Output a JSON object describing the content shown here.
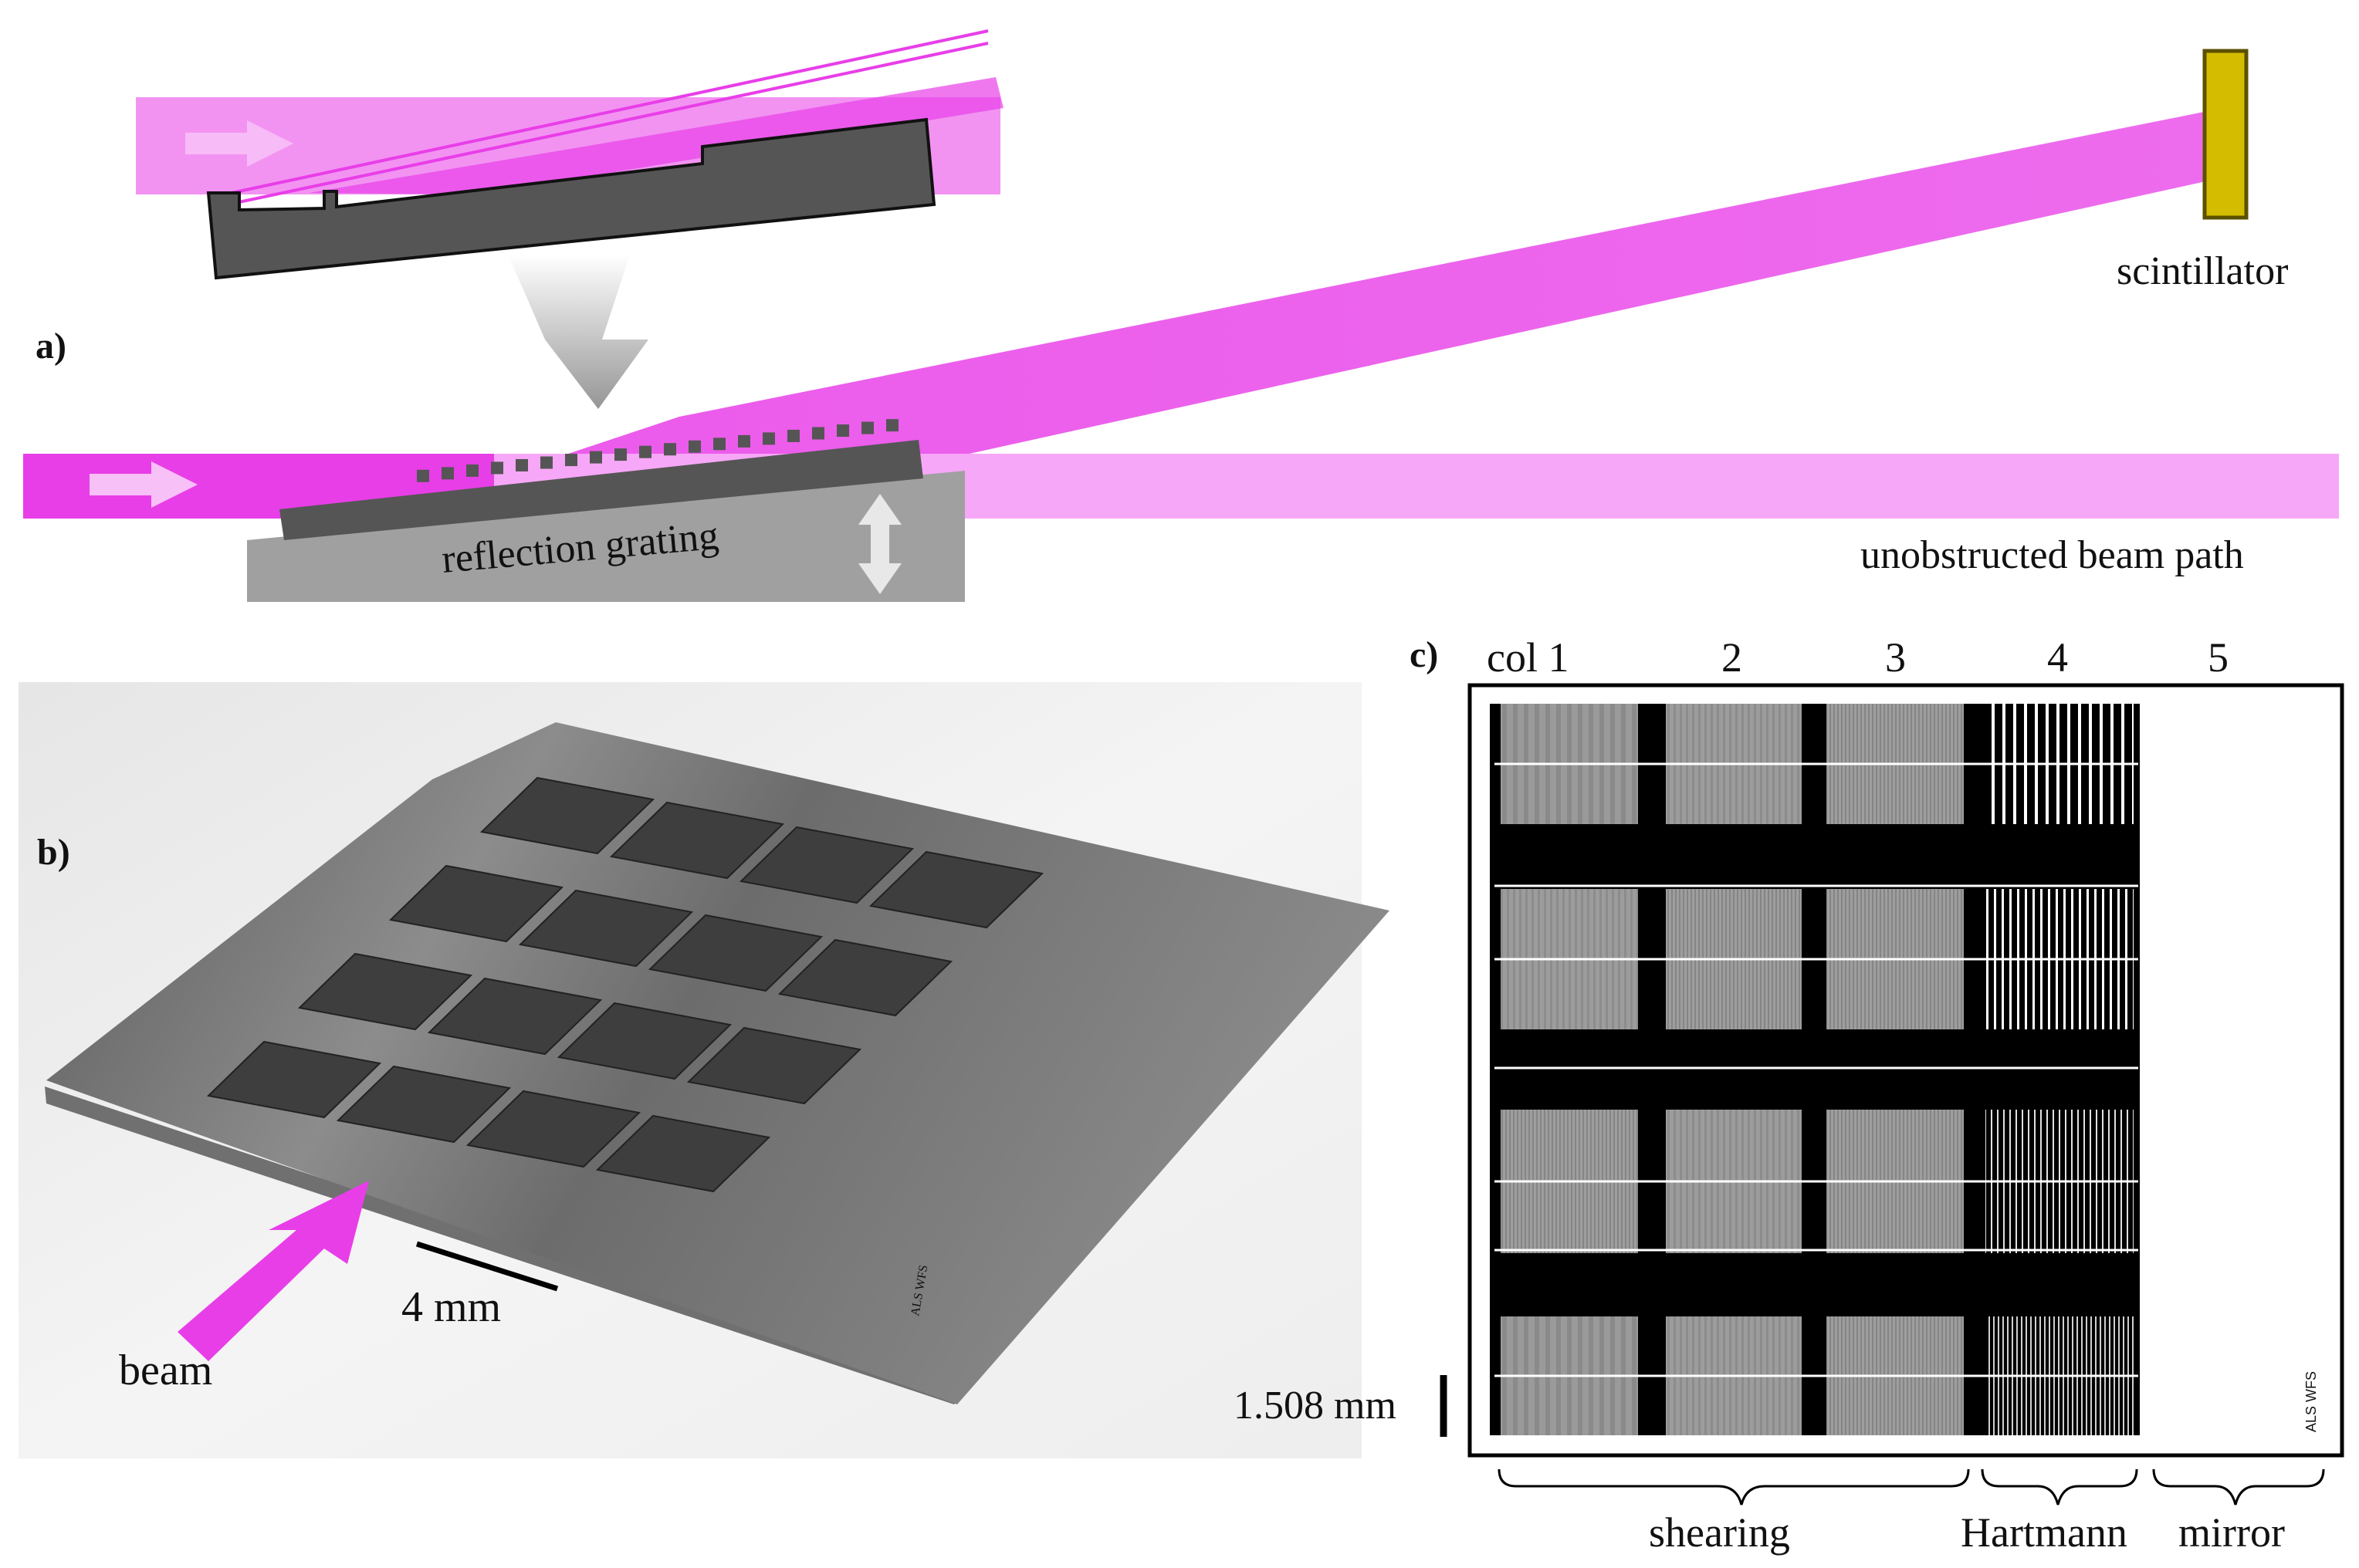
{
  "panel_a": {
    "label": "a)",
    "grating_label": "reflection grating",
    "scintillator_label": "scintillator",
    "unobstructed_label": "unobstructed beam path"
  },
  "panel_b": {
    "label": "b)",
    "scale_label": "4 mm",
    "beam_label": "beam",
    "chip_mark": "ALS WFS"
  },
  "panel_c": {
    "label": "c)",
    "col_labels": [
      "col 1",
      "2",
      "3",
      "4",
      "5"
    ],
    "scale_label": "1.508 mm",
    "chip_mark": "ALS WFS",
    "groups": [
      "shearing",
      "Hartmann",
      "mirror"
    ]
  },
  "colors": {
    "beam": "#e83ee8",
    "beam_light": "#f7a7f7",
    "scintillator": "#d4bc00",
    "grating": "#555555",
    "stage": "#a0a0a0"
  }
}
